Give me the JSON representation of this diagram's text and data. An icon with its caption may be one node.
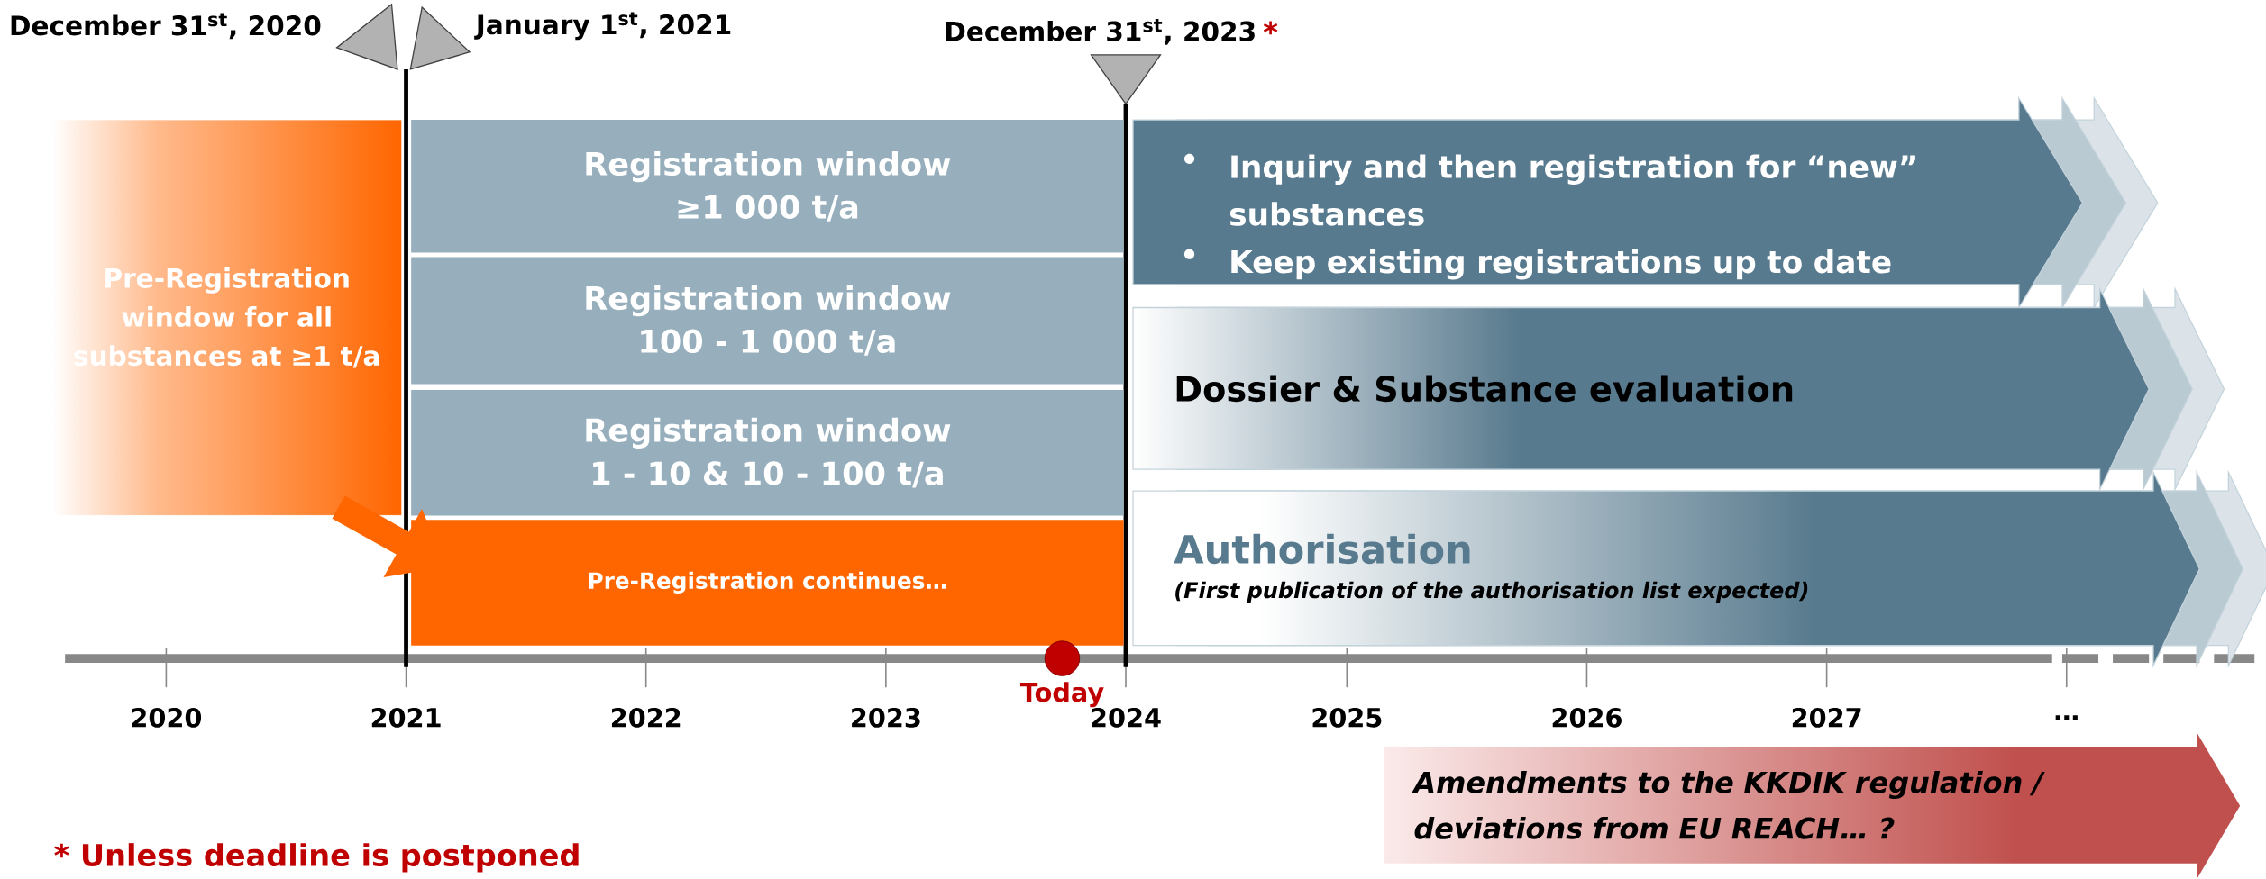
{
  "diagram": {
    "nodes": [
      {
        "text": [
          "Pre-Registration window for all substances at ≥1 t/a"
        ]
      },
      {
        "text": [
          "Registration window ≥1 000 t/a"
        ]
      },
      {
        "text": [
          "Registration window 100 - 1 000 t/a"
        ]
      },
      {
        "text": [
          "Registration window 1 - 10 & 10 - 100 t/a"
        ]
      },
      {
        "text": [
          "Pre-Registration continues…"
        ]
      },
      {
        "text": [
          "Inquiry and then registration for “new” substances",
          "Keep existing registrations up to date"
        ]
      },
      {
        "text": [
          "Dossier & Substance evaluation"
        ]
      },
      {
        "text": [
          "Authorisation",
          "(First publication of the authorisation list expected)"
        ]
      },
      {
        "text": [
          "Amendments to the KKDIK regulation / deviations from EU REACH… ?"
        ]
      }
    ],
    "edges": [
      {
        "from": 0,
        "to": 4,
        "arrow": "to"
      }
    ],
    "labels": [
      "December 31$^{st}$, 2020",
      "January 1$^{st}$, 2021",
      "December 31$^{st}$, 2023",
      "*",
      "2020",
      "2021",
      "2022",
      "2023",
      "Today",
      "2024",
      "2025",
      "2026",
      "2027",
      "…",
      "* Unless deadline is postponed"
    ]
  }
}
